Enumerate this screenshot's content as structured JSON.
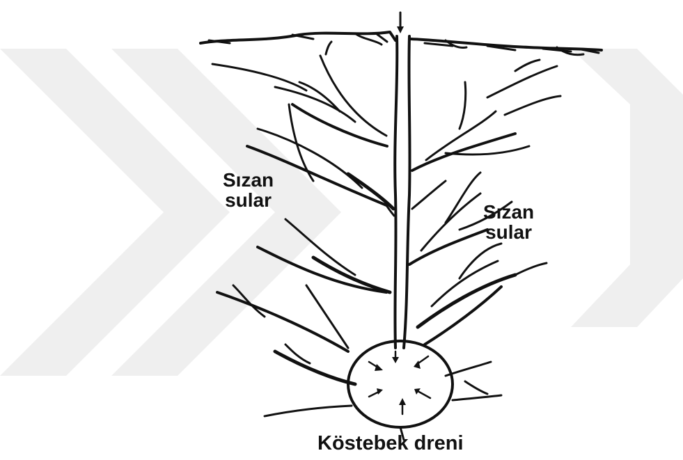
{
  "labels": {
    "left_seepage": {
      "line1": "Sızan",
      "line2": "sular"
    },
    "right_seepage": {
      "line1": "Sızan",
      "line2": "sular"
    },
    "mole_drain": "Köstebek dreni"
  },
  "colors": {
    "ink": "#111111",
    "background": "#ffffff",
    "watermark": "#ececec"
  }
}
